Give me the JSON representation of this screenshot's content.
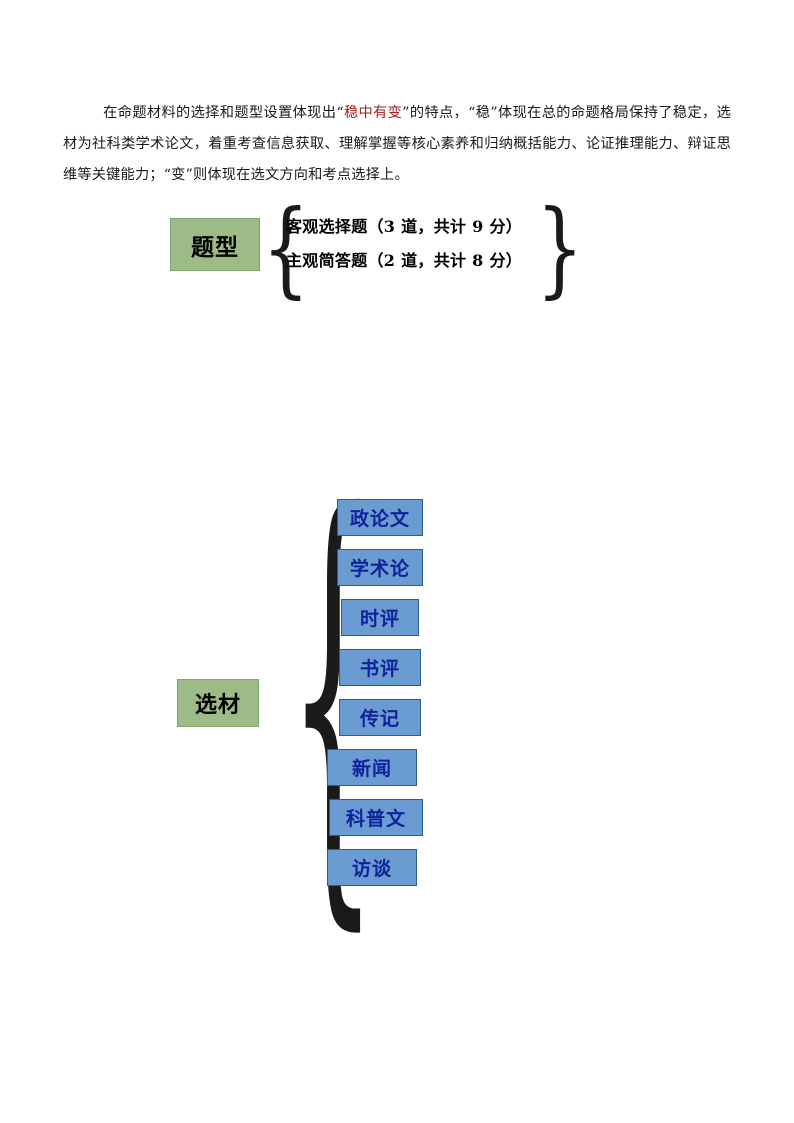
{
  "paragraph": {
    "part1": "在命题材料的选择和题型设置体现出",
    "quote_open_1": "“",
    "highlight1": "稳中有变",
    "quote_close_1": "”",
    "part2": "的特点，",
    "quote_open_2": "“",
    "highlight2": "稳",
    "quote_close_2": "”",
    "part3": "体现在总的命题格局保持了稳定，选材为社科类学术论文，着重考查信息获取、理解掌握等核心素养和归纳概括能力、论证推理能力、辩证思维等关键能力；",
    "quote_open_3": "“",
    "highlight3": "变",
    "quote_close_3": "”",
    "part4": "则体现在选文方向和考点选择上。"
  },
  "question_type_diagram": {
    "label": "题型",
    "brace_left": "{",
    "brace_right": "}",
    "items": [
      "客观选择题（3 道，共计 9 分）",
      "主观简答题（2 道，共计 8 分）"
    ]
  },
  "material_diagram": {
    "label": "选材",
    "brace_left": "{",
    "items": [
      "政论文",
      "学术论",
      "时评",
      "书评",
      "传记",
      "新闻",
      "科普文",
      "访谈"
    ]
  },
  "colors": {
    "green_fill": "#9cbb86",
    "green_border": "#7ea56a",
    "blue_fill": "#6a9bd1",
    "blue_border": "#2e5e8e",
    "blue_text": "#10229a",
    "highlight_red": "#a32020",
    "body_text": "#1a1a1a"
  }
}
